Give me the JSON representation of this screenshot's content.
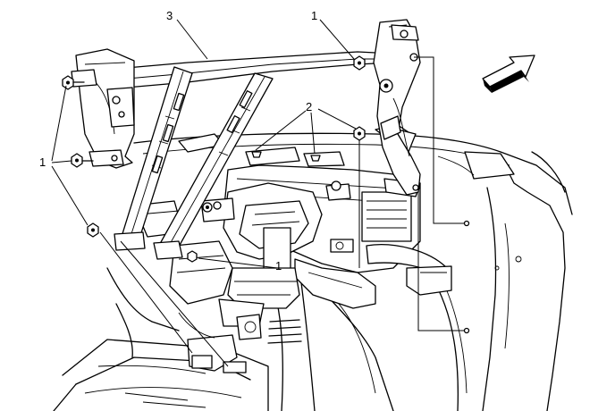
{
  "callouts": {
    "c1_top": "1",
    "c1_left": "1",
    "c1_lower": "1",
    "c2": "2",
    "c3": "3"
  },
  "colors": {
    "line": "#000000",
    "background": "#ffffff"
  },
  "icons": {
    "direction": "forward-arrow-icon"
  }
}
